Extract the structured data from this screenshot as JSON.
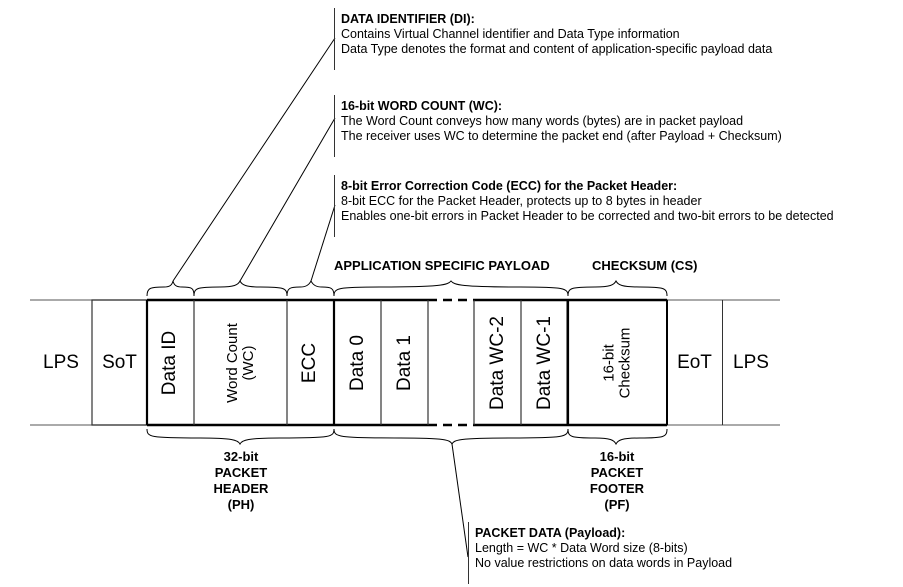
{
  "notes": {
    "data_identifier": {
      "title": "DATA IDENTIFIER (DI):",
      "lines": [
        "Contains Virtual Channel identifier and Data Type information",
        "Data Type denotes the format and content of application-specific payload data"
      ]
    },
    "word_count": {
      "title": "16-bit WORD COUNT (WC):",
      "lines": [
        "The Word Count conveys how many words (bytes) are in packet payload",
        "The receiver uses WC to determine the packet end (after Payload + Checksum)"
      ]
    },
    "ecc": {
      "title": "8-bit Error Correction Code (ECC) for the Packet Header:",
      "lines": [
        "8-bit ECC for the Packet Header, protects up to 8 bytes in header",
        "Enables one-bit errors in Packet Header to be corrected and two-bit errors to be detected"
      ]
    },
    "packet_data": {
      "title": "PACKET DATA (Payload):",
      "lines": [
        "Length = WC * Data Word size (8-bits)",
        "No value restrictions on data words in Payload"
      ]
    }
  },
  "section_labels": {
    "payload": "APPLICATION SPECIFIC PAYLOAD",
    "checksum": "CHECKSUM (CS)"
  },
  "packet_fields": {
    "lps_left": "LPS",
    "sot": "SoT",
    "data_id": "Data ID",
    "word_count": [
      "Word Count",
      "(WC)"
    ],
    "ecc": "ECC",
    "data0": "Data 0",
    "data1": "Data 1",
    "data_wc2": "Data WC-2",
    "data_wc1": "Data WC-1",
    "checksum": [
      "16-bit",
      "Checksum"
    ],
    "eot": "EoT",
    "lps_right": "LPS"
  },
  "bottom_labels": {
    "header": [
      "32-bit",
      "PACKET",
      "HEADER",
      "(PH)"
    ],
    "footer": [
      "16-bit",
      "PACKET",
      "FOOTER",
      "(PF)"
    ]
  }
}
